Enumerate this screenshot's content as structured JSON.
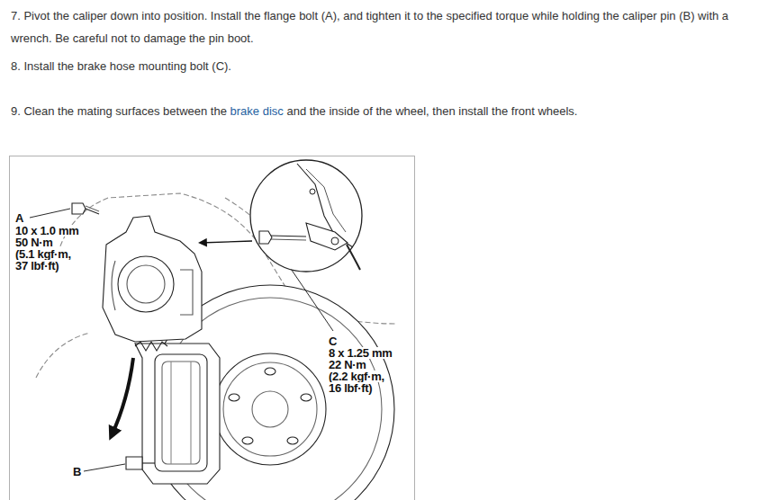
{
  "diagram": {
    "labels": [
      "7. Pivot the caliper down into position. Install the flange bolt (A), and tighten it to the specified torque while holding the caliper pin (B) with a wrench. Be careful not to damage the pin boot.",
      "8. Install the brake hose mounting bolt (C).",
      "9. Clean the mating surfaces between the",
      "brake disc",
      "and the inside of the wheel, then install the front wheels.",
      "A",
      "10 x 1.0 mm",
      "50 N·m",
      "(5.1 kgf·m,",
      "37 lbf·ft)",
      "C",
      "8 x 1.25 mm",
      "22 N·m",
      "(2.2 kgf·m,",
      "16 lbf·ft)",
      "B"
    ]
  }
}
